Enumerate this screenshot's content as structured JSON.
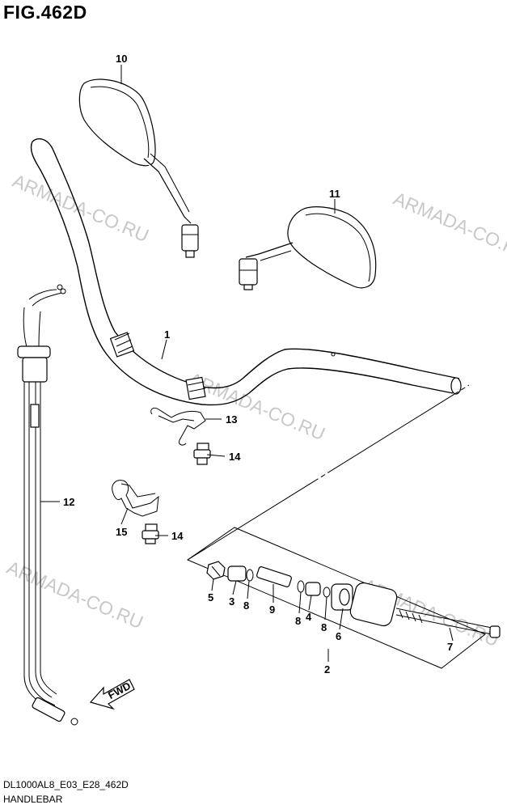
{
  "figure": {
    "title": "FIG.462D",
    "code": "DL1000AL8_E03_E28_462D",
    "name": "HANDLEBAR"
  },
  "watermark": "ARMADA-CO.RU",
  "callouts": [
    "1",
    "2",
    "3",
    "4",
    "5",
    "6",
    "7",
    "8",
    "8",
    "8",
    "9",
    "10",
    "11",
    "12",
    "13",
    "14",
    "14",
    "15"
  ],
  "fwd_label": "FWD"
}
